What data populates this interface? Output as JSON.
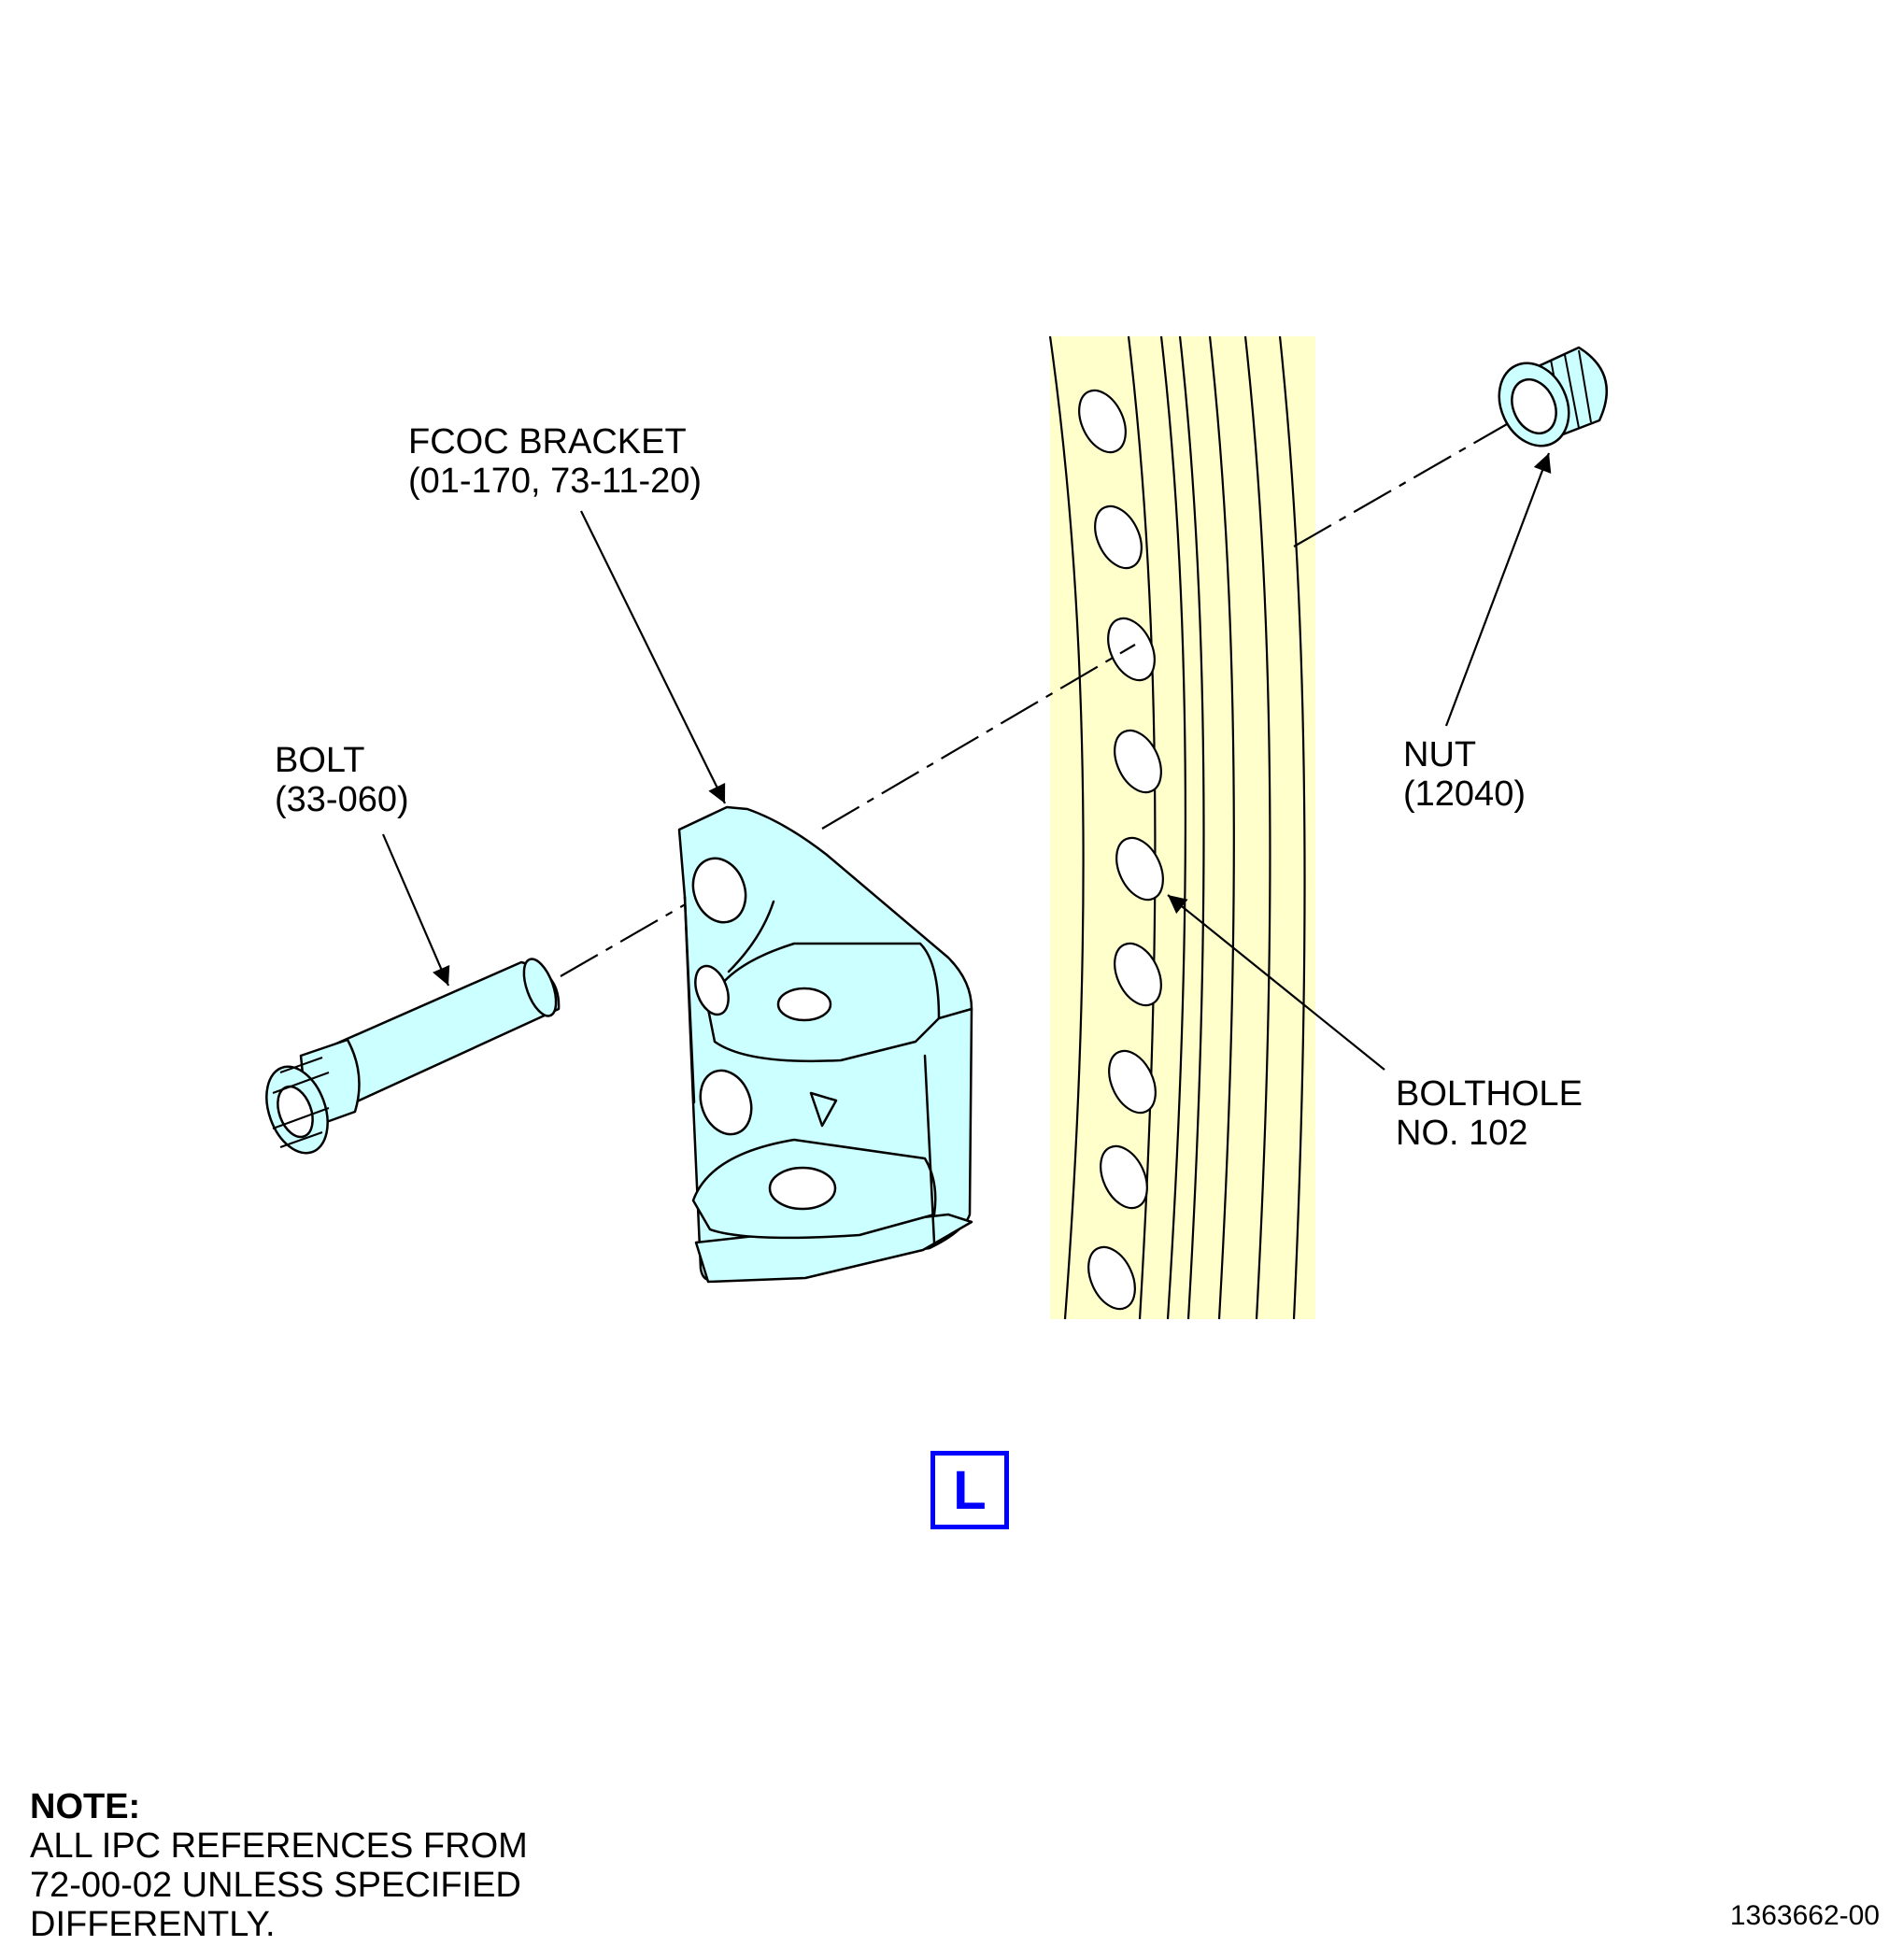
{
  "colors": {
    "part_fill": "#ccffff",
    "ring_fill": "#ffffcc",
    "outline": "#000000",
    "view_label": "#0000ff"
  },
  "callouts": {
    "fcoc_bracket": {
      "line1": "FCOC BRACKET",
      "line2": "(01-170, 73-11-20)"
    },
    "bolt": {
      "line1": "BOLT",
      "line2": "(33-060)"
    },
    "nut": {
      "line1": "NUT",
      "line2": "(12040)"
    },
    "bolthole": {
      "line1": "BOLTHOLE",
      "line2": "NO. 102"
    }
  },
  "view_label": "L",
  "note": {
    "title": "NOTE:",
    "lines": [
      "ALL IPC REFERENCES FROM",
      "72-00-02 UNLESS SPECIFIED",
      "DIFFERENTLY."
    ]
  },
  "drawing_number": "1363662-00"
}
